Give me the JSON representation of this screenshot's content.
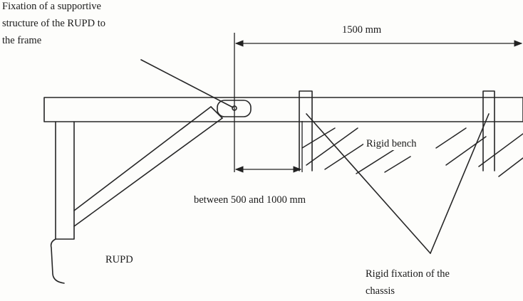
{
  "labels": {
    "fixation_rupd": [
      "Fixation of a supportive",
      "structure of the RUPD to",
      "the frame"
    ],
    "dimension_top": "1500 mm",
    "rigid_bench": "Rigid bench",
    "dimension_bottom": "between 500 and 1000 mm",
    "rupd": "RUPD",
    "rigid_fixation": [
      "Rigid fixation of the",
      "chassis"
    ]
  }
}
